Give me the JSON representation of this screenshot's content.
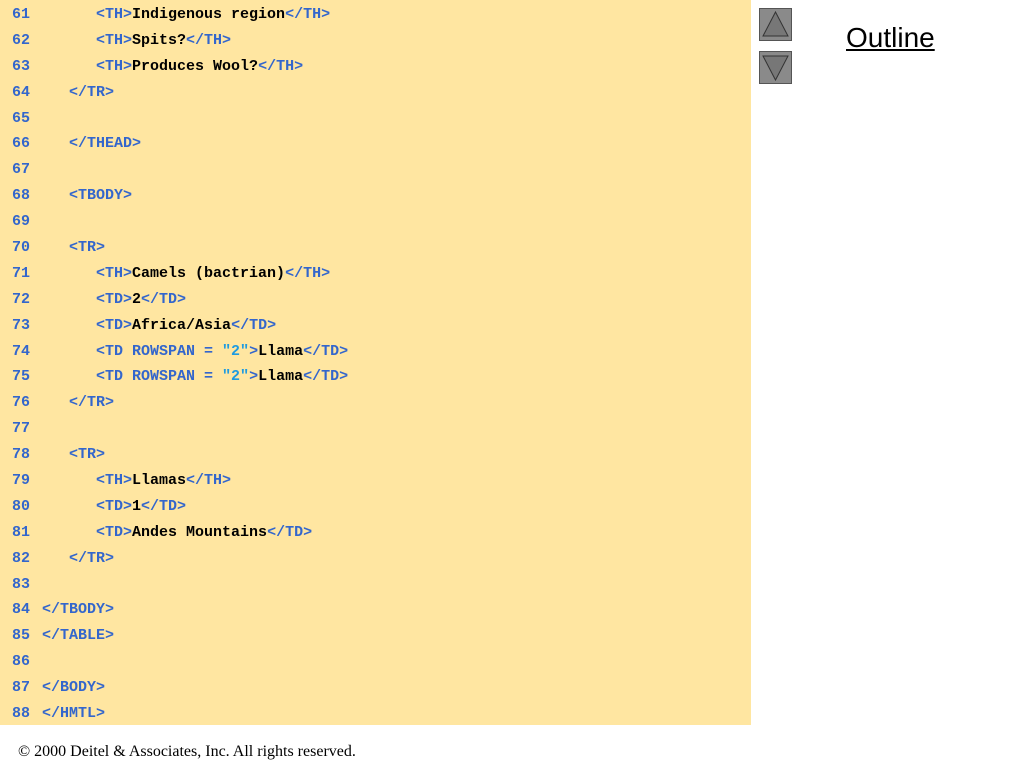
{
  "code": {
    "lines": [
      {
        "num": "61",
        "tokens": [
          {
            "t": "      ",
            "c": "text"
          },
          {
            "t": "<TH>",
            "c": "tag"
          },
          {
            "t": "Indigenous region",
            "c": "text"
          },
          {
            "t": "</TH>",
            "c": "tag"
          }
        ]
      },
      {
        "num": "62",
        "tokens": [
          {
            "t": "      ",
            "c": "text"
          },
          {
            "t": "<TH>",
            "c": "tag"
          },
          {
            "t": "Spits?",
            "c": "text"
          },
          {
            "t": "</TH>",
            "c": "tag"
          }
        ]
      },
      {
        "num": "63",
        "tokens": [
          {
            "t": "      ",
            "c": "text"
          },
          {
            "t": "<TH>",
            "c": "tag"
          },
          {
            "t": "Produces Wool?",
            "c": "text"
          },
          {
            "t": "</TH>",
            "c": "tag"
          }
        ]
      },
      {
        "num": "64",
        "tokens": [
          {
            "t": "   ",
            "c": "text"
          },
          {
            "t": "</TR>",
            "c": "tag"
          }
        ]
      },
      {
        "num": "65",
        "tokens": []
      },
      {
        "num": "66",
        "tokens": [
          {
            "t": "   ",
            "c": "text"
          },
          {
            "t": "</THEAD>",
            "c": "tag"
          }
        ]
      },
      {
        "num": "67",
        "tokens": []
      },
      {
        "num": "68",
        "tokens": [
          {
            "t": "   ",
            "c": "text"
          },
          {
            "t": "<TBODY>",
            "c": "tag"
          }
        ]
      },
      {
        "num": "69",
        "tokens": []
      },
      {
        "num": "70",
        "tokens": [
          {
            "t": "   ",
            "c": "text"
          },
          {
            "t": "<TR>",
            "c": "tag"
          }
        ]
      },
      {
        "num": "71",
        "tokens": [
          {
            "t": "      ",
            "c": "text"
          },
          {
            "t": "<TH>",
            "c": "tag"
          },
          {
            "t": "Camels (bactrian)",
            "c": "text"
          },
          {
            "t": "</TH>",
            "c": "tag"
          }
        ]
      },
      {
        "num": "72",
        "tokens": [
          {
            "t": "      ",
            "c": "text"
          },
          {
            "t": "<TD>",
            "c": "tag"
          },
          {
            "t": "2",
            "c": "text"
          },
          {
            "t": "</TD>",
            "c": "tag"
          }
        ]
      },
      {
        "num": "73",
        "tokens": [
          {
            "t": "      ",
            "c": "text"
          },
          {
            "t": "<TD>",
            "c": "tag"
          },
          {
            "t": "Africa/Asia",
            "c": "text"
          },
          {
            "t": "</TD>",
            "c": "tag"
          }
        ]
      },
      {
        "num": "74",
        "tokens": [
          {
            "t": "      ",
            "c": "text"
          },
          {
            "t": "<TD ROWSPAN = ",
            "c": "tag"
          },
          {
            "t": "\"2\"",
            "c": "str"
          },
          {
            "t": ">",
            "c": "tag"
          },
          {
            "t": "Llama",
            "c": "text"
          },
          {
            "t": "</TD>",
            "c": "tag"
          }
        ]
      },
      {
        "num": "75",
        "tokens": [
          {
            "t": "      ",
            "c": "text"
          },
          {
            "t": "<TD ROWSPAN = ",
            "c": "tag"
          },
          {
            "t": "\"2\"",
            "c": "str"
          },
          {
            "t": ">",
            "c": "tag"
          },
          {
            "t": "Llama",
            "c": "text"
          },
          {
            "t": "</TD>",
            "c": "tag"
          }
        ]
      },
      {
        "num": "76",
        "tokens": [
          {
            "t": "   ",
            "c": "text"
          },
          {
            "t": "</TR>",
            "c": "tag"
          }
        ]
      },
      {
        "num": "77",
        "tokens": []
      },
      {
        "num": "78",
        "tokens": [
          {
            "t": "   ",
            "c": "text"
          },
          {
            "t": "<TR>",
            "c": "tag"
          }
        ]
      },
      {
        "num": "79",
        "tokens": [
          {
            "t": "      ",
            "c": "text"
          },
          {
            "t": "<TH>",
            "c": "tag"
          },
          {
            "t": "Llamas",
            "c": "text"
          },
          {
            "t": "</TH>",
            "c": "tag"
          }
        ]
      },
      {
        "num": "80",
        "tokens": [
          {
            "t": "      ",
            "c": "text"
          },
          {
            "t": "<TD>",
            "c": "tag"
          },
          {
            "t": "1",
            "c": "text"
          },
          {
            "t": "</TD>",
            "c": "tag"
          }
        ]
      },
      {
        "num": "81",
        "tokens": [
          {
            "t": "      ",
            "c": "text"
          },
          {
            "t": "<TD>",
            "c": "tag"
          },
          {
            "t": "Andes Mountains",
            "c": "text"
          },
          {
            "t": "</TD>",
            "c": "tag"
          }
        ]
      },
      {
        "num": "82",
        "tokens": [
          {
            "t": "   ",
            "c": "text"
          },
          {
            "t": "</TR>",
            "c": "tag"
          }
        ]
      },
      {
        "num": "83",
        "tokens": []
      },
      {
        "num": "84",
        "tokens": [
          {
            "t": "</TBODY>",
            "c": "tag"
          }
        ]
      },
      {
        "num": "85",
        "tokens": [
          {
            "t": "</TABLE>",
            "c": "tag"
          }
        ]
      },
      {
        "num": "86",
        "tokens": []
      },
      {
        "num": "87",
        "tokens": [
          {
            "t": "</BODY>",
            "c": "tag"
          }
        ]
      },
      {
        "num": "88",
        "tokens": [
          {
            "t": "</HMTL>",
            "c": "tag"
          }
        ]
      }
    ]
  },
  "nav": {
    "up_icon": "up-arrow-icon",
    "down_icon": "down-arrow-icon",
    "outline_label": "Outline"
  },
  "footer": {
    "copyright": "© 2000 Deitel & Associates, Inc.  All rights reserved."
  },
  "colors": {
    "panel_background": "#ffe6a1",
    "tag": "#3366cc",
    "text": "#000000",
    "string": "#1e9be0",
    "nav_button": "#8a8a8a"
  }
}
